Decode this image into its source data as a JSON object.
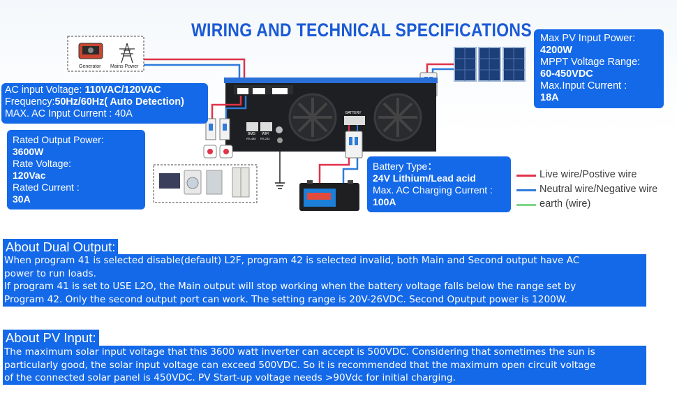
{
  "diagram": {
    "title": "WIRING AND TECHNICAL SPECIFICATIONS",
    "generator_label": "Generator",
    "mains_label": "Mains Power",
    "battery_label": "BATTERY",
    "ports": [
      "BMS",
      "WIFI",
      "RS-485",
      "RS-232"
    ],
    "ac_input": {
      "voltage_label": "AC input Voltage:",
      "voltage_value": "110VAC/120VAC",
      "frequency_label": "Frequency:",
      "frequency_value": "50Hz/60Hz( Auto Detection)",
      "current_text": "MAX. AC Input Current : 40A"
    },
    "output": {
      "power_label": "Rated Output Power:",
      "power_value": "3600W",
      "voltage_label": "Rate Voltage:",
      "voltage_value": "120Vac",
      "current_label": "Rated Current :",
      "current_value": "30A"
    },
    "pv": {
      "power_label": "Max PV Input Power:",
      "power_value": "4200W",
      "range_label": "MPPT Voltage Range:",
      "range_value": "60-450VDC",
      "current_label": "Max.Input Current :",
      "current_value": "18A"
    },
    "battery": {
      "type_label": "Battery Type：",
      "type_value": "24V Lithium/Lead acid",
      "charging_label": "Max. AC Charging Current :",
      "charging_value": "100A"
    },
    "legend": [
      {
        "label": "Live wire/Postive wire",
        "color": "#e0334a"
      },
      {
        "label": "Neutral wire/Negative wire",
        "color": "#2f7bd9"
      },
      {
        "label": "earth (wire)",
        "color": "#7fd68a"
      }
    ]
  },
  "sections": {
    "dual_output": {
      "title": "About Dual Output:",
      "lines": [
        "When program 41 is selected disable(default) L2F, program 42 is selected invalid, both Main and Second output have AC",
        "power to run loads.",
        "If program 41 is set to USE L2O, the Main output will stop working when the battery voltage falls below the range set by",
        "Program 42. Only the second output port can work. The setting range is 20V-26VDC. Second Oputput power is 1200W."
      ]
    },
    "pv_input": {
      "title": "About PV Input:",
      "lines": [
        "The maximum solar input voltage that this 3600 watt inverter can accept is 500VDC. Considering that sometimes the sun is",
        "particularly good, the solar input voltage can exceed 500VDC. So it is recommended that the maximum open circuit voltage",
        "of the connected solar panel is 450VDC. PV Start-up voltage needs >90Vdc for initial charging."
      ]
    }
  }
}
